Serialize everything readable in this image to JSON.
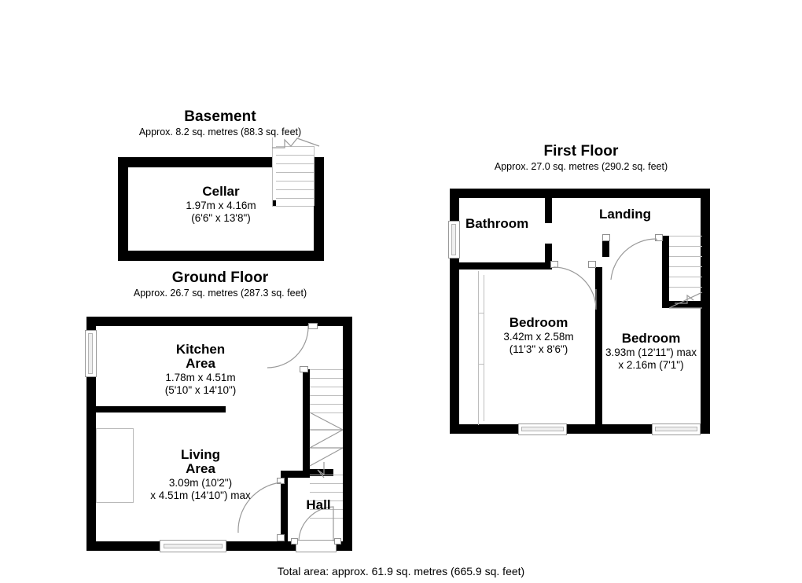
{
  "document": {
    "type": "floor-plan",
    "total_area": "Total area: approx. 61.9 sq. metres (665.9 sq. feet)",
    "background_color": "#ffffff",
    "wall_color": "#000000",
    "line_color": "#bdbdbd"
  },
  "floors": {
    "basement": {
      "title": "Basement",
      "subtitle": "Approx. 8.2 sq. metres (88.3 sq. feet)",
      "rooms": [
        {
          "name": "Cellar",
          "dim_metric": "1.97m x 4.16m",
          "dim_imperial": "(6'6\" x 13'8\")"
        }
      ],
      "features": [
        "staircase-up"
      ]
    },
    "ground_floor": {
      "title": "Ground Floor",
      "subtitle": "Approx. 26.7 sq. metres (287.3 sq. feet)",
      "rooms": [
        {
          "name": "Kitchen",
          "name_line2": "Area",
          "dim_metric": "1.78m x 4.51m",
          "dim_imperial": "(5'10\" x 14'10\")"
        },
        {
          "name": "Living",
          "name_line2": "Area",
          "dim_metric": "3.09m (10'2\")",
          "dim_imperial": "x 4.51m (14'10\") max"
        },
        {
          "name": "Hall",
          "dim_metric": "",
          "dim_imperial": ""
        }
      ],
      "features": [
        "staircase-with-winders",
        "front-door",
        "window-front",
        "window-side",
        "fitted-unit"
      ]
    },
    "first_floor": {
      "title": "First Floor",
      "subtitle": "Approx. 27.0 sq. metres (290.2 sq. feet)",
      "rooms": [
        {
          "name": "Bathroom",
          "dim_metric": "",
          "dim_imperial": ""
        },
        {
          "name": "Landing",
          "dim_metric": "",
          "dim_imperial": ""
        },
        {
          "name": "Bedroom",
          "dim_metric": "3.42m x 2.58m",
          "dim_imperial": "(11'3\" x 8'6\")"
        },
        {
          "name": "Bedroom",
          "dim_metric": "3.93m (12'11\") max",
          "dim_imperial": "x 2.16m (7'1\")"
        }
      ],
      "features": [
        "staircase-down",
        "bathroom-window",
        "bedroom-windows",
        "doors"
      ]
    }
  }
}
